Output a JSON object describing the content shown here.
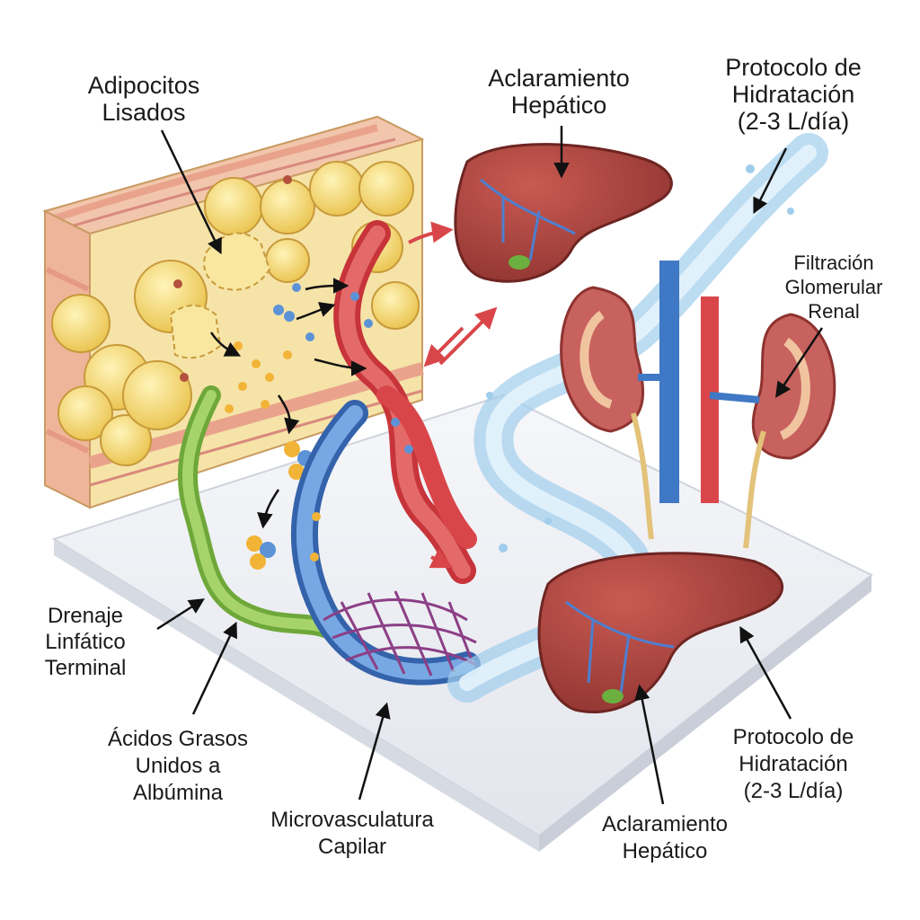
{
  "labels": {
    "adipocitos": [
      "Adipocitos",
      "Lisados"
    ],
    "aclaramiento_top": [
      "Aclaramiento",
      "Hepático"
    ],
    "hidratacion_top": [
      "Protocolo de",
      "Hidratación",
      "(2-3 L/día)"
    ],
    "filtracion": [
      "Filtración",
      "Glomerular",
      "Renal"
    ],
    "drenaje": [
      "Drenaje",
      "Linfático",
      "Terminal"
    ],
    "acidos": [
      "Ácidos Grasos",
      "Unidos a",
      "Albúmina"
    ],
    "microvasculatura": [
      "Microvasculatura",
      "Capilar"
    ],
    "aclaramiento_bottom": [
      "Aclaramiento",
      "Hepático"
    ],
    "hidratacion_bottom": [
      "Protocolo de",
      "Hidratación",
      "(2-3 L/día)"
    ]
  },
  "colors": {
    "fat": "#f3d46a",
    "fat_edge": "#c79a3a",
    "tissue": "#f2c2a8",
    "artery": "#d9464a",
    "vein": "#3f78c4",
    "lymph": "#8cc24a",
    "liver": "#a8413c",
    "kidney": "#c8625e",
    "water": "#bfe0f3",
    "platform": "#eef0f4"
  }
}
